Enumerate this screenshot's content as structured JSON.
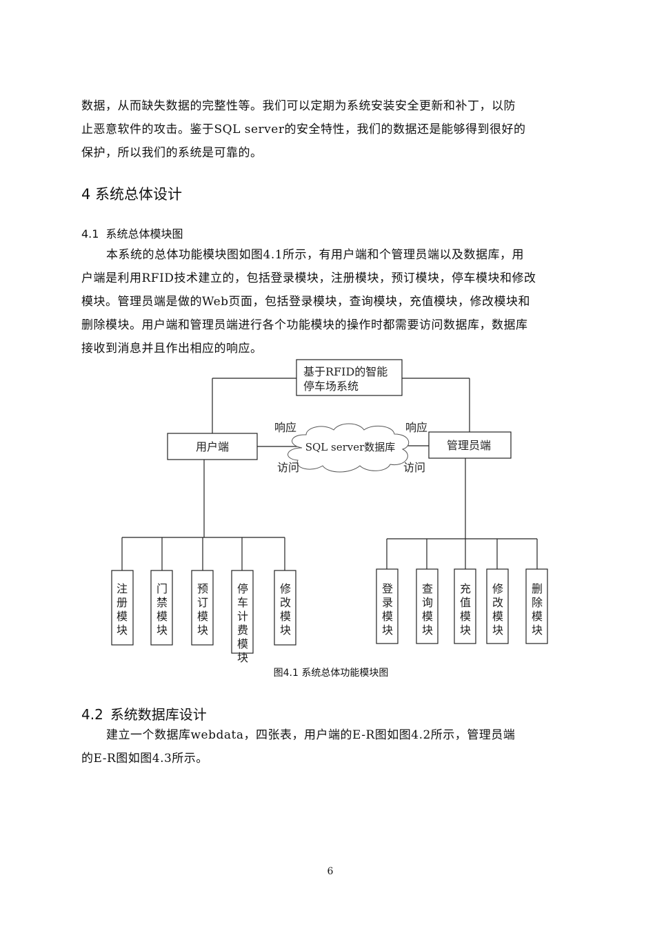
{
  "intro_paragraph": {
    "line1": "数据，从而缺失数据的完整性等。我们可以定期为系统安装安全更新和补丁，以防",
    "line2": "止恶意软件的攻击。鉴于SQL server的安全特性，我们的数据还是能够得到很好的",
    "line3": "保护，所以我们的系统是可靠的。"
  },
  "section4": {
    "title": "4 系统总体设计"
  },
  "section4_1": {
    "num": "4.1",
    "title": "系统总体模块图",
    "para_line1": "本系统的总体功能模块图如图4.1所示，有用户端和个管理员端以及数据库，用",
    "para_line2": "户端是利用RFID技术建立的，包括登录模块，注册模块，预订模块，停车模块和修改",
    "para_line3": "模块。管理员端是做的Web页面，包括登录模块，查询模块，充值模块，修改模块和",
    "para_line4": "删除模块。用户端和管理员端进行各个功能模块的操作时都需要访问数据库，数据库",
    "para_line5": "接收到消息并且作出相应的响应。"
  },
  "diagram": {
    "root_line1": "基于RFID的智能",
    "root_line2": "停车场系统",
    "user_node": "用户端",
    "admin_node": "管理员端",
    "database": "SQL server数据库",
    "left_response": "响应",
    "right_response": "响应",
    "left_access": "访问",
    "right_access": "访问",
    "user_modules": [
      [
        "注",
        "册",
        "模",
        "块"
      ],
      [
        "门",
        "禁",
        "模",
        "块"
      ],
      [
        "预",
        "订",
        "模",
        "块"
      ],
      [
        "停",
        "车",
        "计",
        "费",
        "模",
        "块"
      ],
      [
        "修",
        "改",
        "模",
        "块"
      ]
    ],
    "admin_modules": [
      [
        "登",
        "录",
        "模",
        "块"
      ],
      [
        "查",
        "询",
        "模",
        "块"
      ],
      [
        "充",
        "值",
        "模",
        "块"
      ],
      [
        "修",
        "改",
        "模",
        "块"
      ],
      [
        "删",
        "除",
        "模",
        "块"
      ]
    ],
    "caption": "图4.1 系统总体功能模块图"
  },
  "section4_2": {
    "num": "4.2",
    "title": "系统数据库设计",
    "para_line1": "建立一个数据库webdata，四张表，用户端的E-R图如图4.2所示，管理员端",
    "para_line2": "的E-R图如图4.3所示。"
  },
  "page_number": "6"
}
